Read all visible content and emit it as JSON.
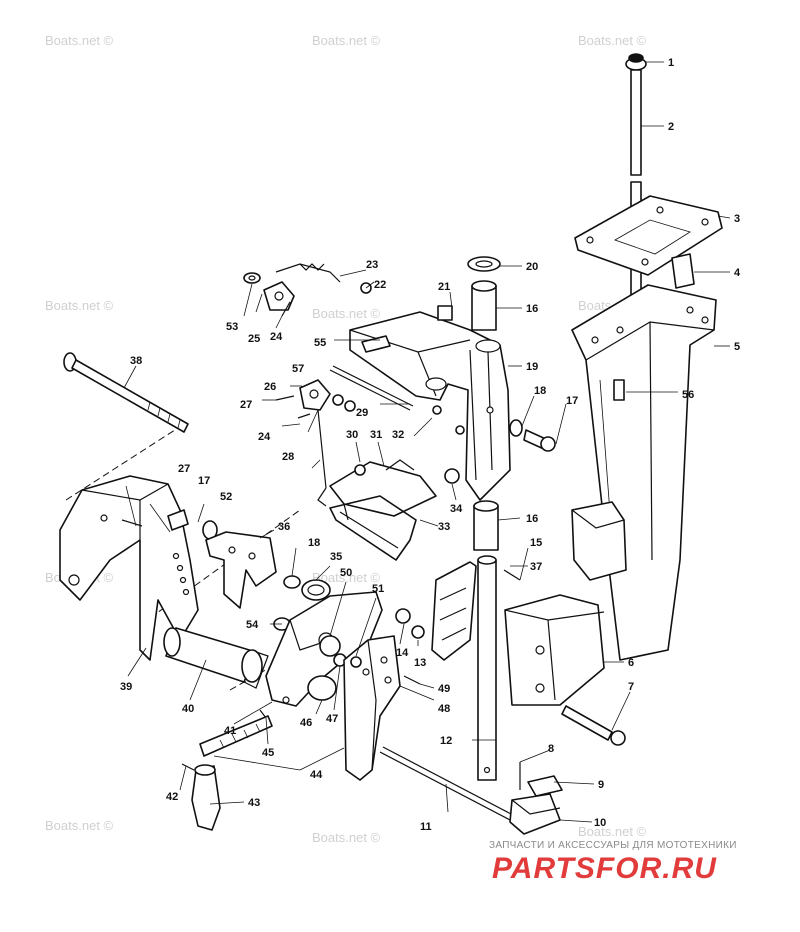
{
  "watermark": "Boats.net ©",
  "brand": {
    "tagline": "ЗАПЧАСТИ И АКСЕССУАРЫ ДЛЯ МОТОТЕХНИКИ",
    "logo": "PARTSFOR.RU",
    "logo_color": "#e23b3b"
  },
  "callouts": [
    "1",
    "2",
    "3",
    "4",
    "5",
    "6",
    "7",
    "8",
    "9",
    "10",
    "11",
    "12",
    "13",
    "14",
    "15",
    "16",
    "16",
    "17",
    "17",
    "18",
    "18",
    "19",
    "20",
    "21",
    "22",
    "23",
    "24",
    "24",
    "25",
    "26",
    "27",
    "27",
    "28",
    "29",
    "30",
    "31",
    "32",
    "33",
    "34",
    "35",
    "36",
    "37",
    "38",
    "39",
    "40",
    "41",
    "42",
    "43",
    "44",
    "45",
    "46",
    "47",
    "48",
    "49",
    "50",
    "51",
    "52",
    "53",
    "54",
    "55",
    "56",
    "57"
  ]
}
